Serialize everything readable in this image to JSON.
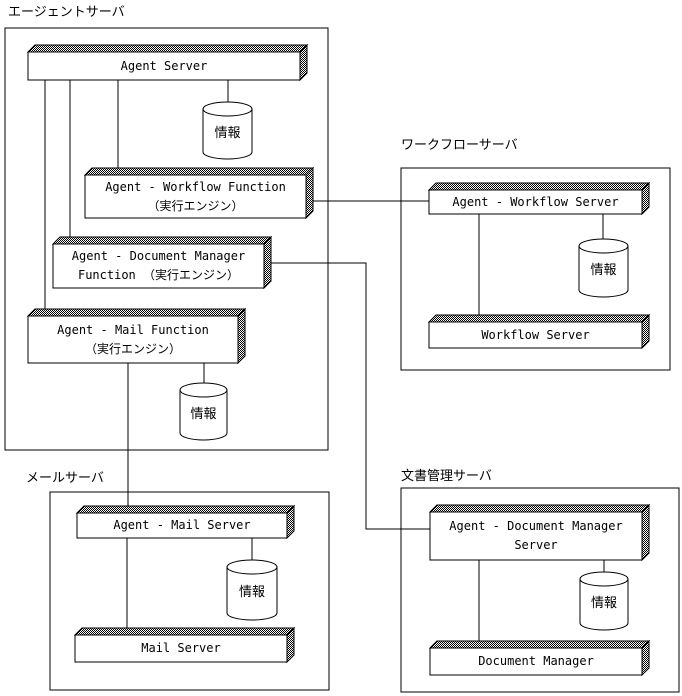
{
  "groups": {
    "agent": {
      "label": "エージェントサーバ"
    },
    "workflow": {
      "label": "ワークフローサーバ"
    },
    "mail": {
      "label": "メールサーバ"
    },
    "docmgr": {
      "label": "文書管理サーバ"
    }
  },
  "nodes": {
    "agent_server": {
      "line1": "Agent Server"
    },
    "agent_workflow_function": {
      "line1": "Agent - Workflow Function",
      "line2": "（実行エンジン）"
    },
    "agent_docmgr_function": {
      "line1": "Agent - Document Manager",
      "line2": "Function （実行エンジン）"
    },
    "agent_mail_function": {
      "line1": "Agent - Mail Function",
      "line2": "（実行エンジン）"
    },
    "agent_workflow_server": {
      "line1": "Agent - Workflow Server"
    },
    "workflow_server": {
      "line1": "Workflow Server"
    },
    "agent_mail_server": {
      "line1": "Agent - Mail Server"
    },
    "mail_server": {
      "line1": "Mail Server"
    },
    "agent_docmgr_server": {
      "line1": "Agent - Document Manager",
      "line2": "Server"
    },
    "document_manager": {
      "line1": "Document Manager"
    }
  },
  "database_label": "情報",
  "colors": {
    "line": "#000000",
    "background": "#ffffff",
    "face_fill": "#ffffff"
  }
}
